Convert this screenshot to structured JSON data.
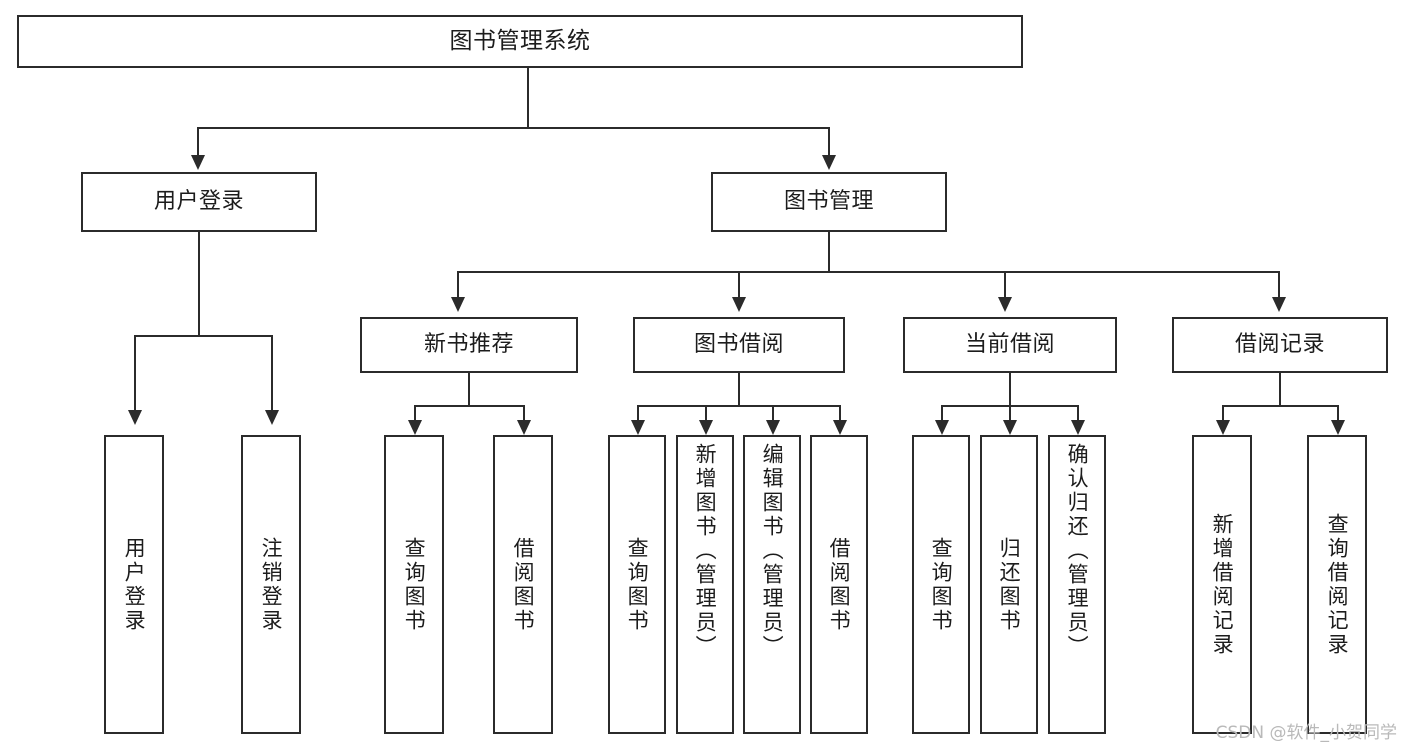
{
  "diagram": {
    "title": "图书管理系统",
    "type": "tree",
    "watermark": "CSDN @软件_小贺同学",
    "line_color": "#2b2b2b",
    "box_fill": "#ffffff",
    "watermark_color": "#b9b9b9"
  },
  "root": {
    "label": "图书管理系统"
  },
  "level2": [
    {
      "label": "用户登录"
    },
    {
      "label": "图书管理"
    }
  ],
  "level3": [
    {
      "label": "新书推荐"
    },
    {
      "label": "图书借阅"
    },
    {
      "label": "当前借阅"
    },
    {
      "label": "借阅记录"
    }
  ],
  "leaves": {
    "user_login": [
      {
        "label": "用户登录"
      },
      {
        "label": "注销登录"
      }
    ],
    "new_book": [
      {
        "label": "查询图书"
      },
      {
        "label": "借阅图书"
      }
    ],
    "book_borrow": [
      {
        "label": "查询图书"
      },
      {
        "label": "新增图书（管理员）"
      },
      {
        "label": "编辑图书（管理员）"
      },
      {
        "label": "借阅图书"
      }
    ],
    "current_borrow": [
      {
        "label": "查询图书"
      },
      {
        "label": "归还图书"
      },
      {
        "label": "确认归还（管理员）"
      }
    ],
    "borrow_record": [
      {
        "label": "新增借阅记录"
      },
      {
        "label": "查询借阅记录"
      }
    ]
  }
}
